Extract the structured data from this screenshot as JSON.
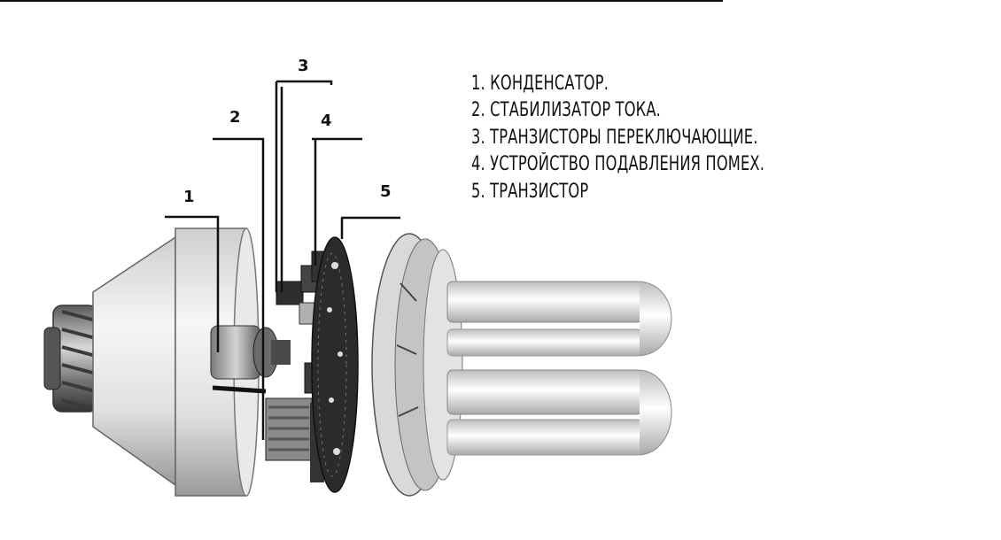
{
  "legend": {
    "items": [
      "1. КОНДЕНСАТОР.",
      "2. СТАБИЛИЗАТОР ТОКА.",
      "3. ТРАНЗИСТОРЫ ПЕРЕКЛЮЧАЮЩИЕ.",
      "4. УСТРОЙСТВО ПОДАВЛЕНИЯ ПОМЕХ.",
      "5. ТРАНЗИСТОР"
    ]
  },
  "callouts": {
    "c1": "1",
    "c2": "2",
    "c3": "3",
    "c4": "4",
    "c5": "5"
  }
}
